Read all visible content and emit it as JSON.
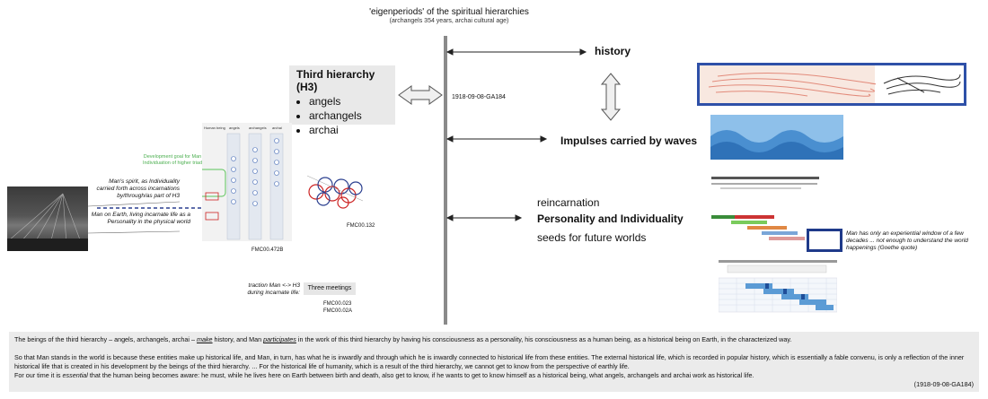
{
  "header": {
    "title": "'eigenperiods' of the spiritual hierarchies",
    "subtitle": "(archangels 354 years, archai cultural age)"
  },
  "hierarchy": {
    "title": "Third hierarchy (H3)",
    "items": [
      "angels",
      "archangels",
      "archai"
    ],
    "ref": "1918-09-08-GA184"
  },
  "right": {
    "history": "history",
    "impulses": "Impulses carried by waves",
    "reincarnation": "reincarnation",
    "personality": "Personality and Individuality",
    "seeds": "seeds for future worlds"
  },
  "left": {
    "spirit_note": "Man's spirit, as Individuality carried forth  across incarnations by/through/as part of H3",
    "earth_note": "Man on Earth, living incarnate life as a Personality in the physical world",
    "goal_note": "Development goal for Man Individuation of higher triad",
    "diag_headers": [
      "Human being",
      "angels",
      "archangels",
      "archai"
    ],
    "fig1": "FMC00.472B",
    "fig2": "FMC00.132",
    "traction": "traction Man <-> H3 during incarnate life:",
    "meetings": "Three meetings",
    "fig3": "FMC00.023",
    "fig4": "FMC00.02A"
  },
  "window_note": "Man has only an experiential window of a few decades ... not enough to understand the world happenings (Goethe quote)",
  "quote": {
    "p1_a": "The beings of the third hierarchy – angels, archangels, archai – ",
    "p1_make": "make",
    "p1_b": " history, and Man ",
    "p1_part": "participates",
    "p1_c": " in the work of this third hierarchy by having his consciousness as a personality, his consciousness as a human being, as a historical being on Earth, in the characterized way.",
    "p2": "So that Man stands in the world is because these entities make up historical life, and Man, in turn, has what he is inwardly and through which he is inwardly connected to historical life from these entities. The external historical life, which is recorded in popular history, which is essentially a fable convenu, is only a reflection of the inner historical life that is created in his development by the beings of the third hierarchy. ... For the historical life of humanity, which is a result of the third hierarchy, we cannot get to know from the perspective of earthly life.",
    "p3_a": "For our time it is ",
    "p3_ess": "essential",
    "p3_b": " that the human being becomes aware: he must, while he lives here on Earth between birth and death, also get to know, if he wants to get to know himself as a historical being, what angels, archangels and archai work as historical life.",
    "source": "(1918-09-08-GA184)"
  },
  "colors": {
    "axis": "#8a8a8a",
    "frame": "#2e50a8",
    "wave": "#4a8fd0",
    "green": "#7acb5c",
    "red": "#cc2222"
  }
}
